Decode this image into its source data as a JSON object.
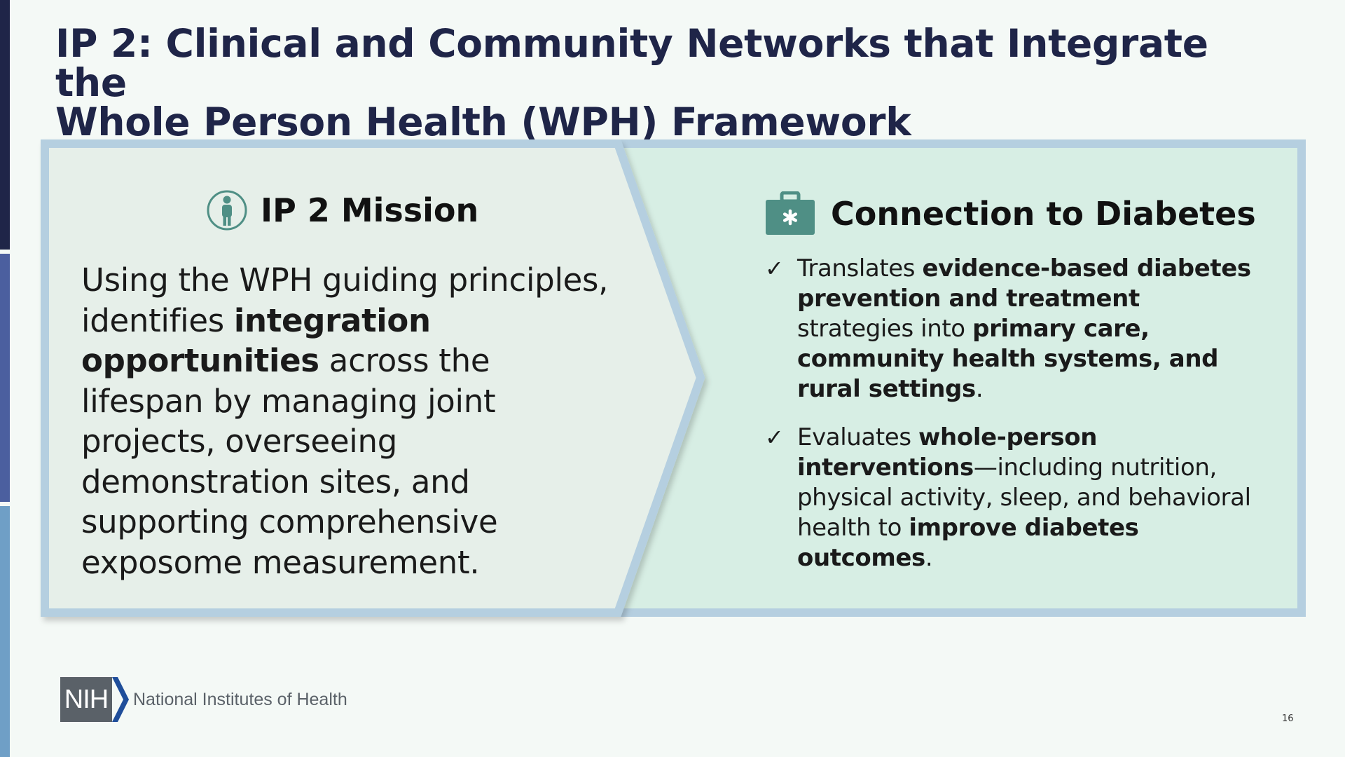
{
  "slide": {
    "title_line1": "IP 2: Clinical and Community Networks that Integrate the",
    "title_line2": "Whole Person Health (WPH) Framework",
    "page_number": "16"
  },
  "mission": {
    "heading": "IP 2 Mission",
    "icon": "person-icon",
    "body_part1": "Using the WPH guiding principles, identifies ",
    "body_bold": "integration opportunities",
    "body_part2": " across the lifespan by managing joint projects, overseeing demonstration sites, and supporting comprehensive exposome measurement."
  },
  "connection": {
    "heading": "Connection to Diabetes",
    "icon": "medical-kit-icon",
    "bullets": [
      {
        "check": "✓",
        "t1": "Translates ",
        "b1": "evidence-based diabetes prevention and treatment",
        "t2": " strategies into ",
        "b2": "primary care, community health systems, and rural settings",
        "t3": "."
      },
      {
        "check": "✓",
        "t1": "Evaluates ",
        "b1": "whole-person interventions",
        "t2": "—including nutrition, physical activity, sleep, and behavioral health to ",
        "b2": "improve diabetes outcomes",
        "t3": "."
      }
    ]
  },
  "footer": {
    "logo_mark": "NIH",
    "logo_text": "National Institutes of Health"
  },
  "colors": {
    "title": "#1f2548",
    "frame": "#b5cfe0",
    "left_panel": "#e6efe9",
    "right_panel": "#d7eee4",
    "icon_teal": "#4f8f85"
  }
}
